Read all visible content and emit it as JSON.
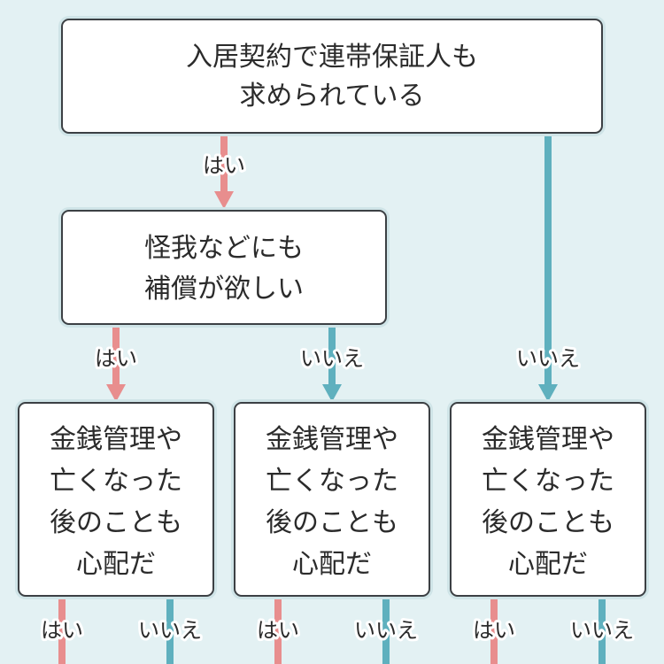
{
  "colors": {
    "background": "#e3f1f3",
    "yes_arrow": "#e88e8e",
    "no_arrow": "#5fb0be",
    "box_border": "#3c4044",
    "box_fill": "#ffffff"
  },
  "nodes": {
    "q1": {
      "lines": [
        "入居契約で連帯保証人も",
        "求められている"
      ]
    },
    "q2": {
      "lines": [
        "怪我などにも",
        "補償が欲しい"
      ]
    },
    "q3a": {
      "lines": [
        "金銭管理や",
        "亡くなった",
        "後のことも",
        "心配だ"
      ]
    },
    "q3b": {
      "lines": [
        "金銭管理や",
        "亡くなった",
        "後のことも",
        "心配だ"
      ]
    },
    "q3c": {
      "lines": [
        "金銭管理や",
        "亡くなった",
        "後のことも",
        "心配だ"
      ]
    }
  },
  "labels": {
    "yes": "はい",
    "no": "いいえ"
  }
}
